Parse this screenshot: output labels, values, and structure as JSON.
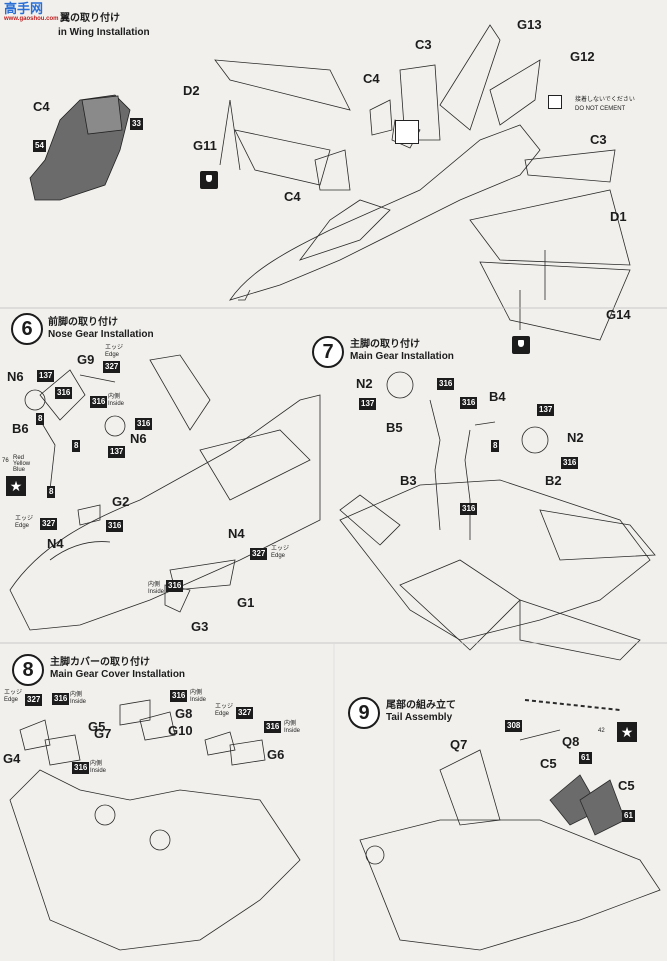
{
  "watermark": {
    "logo": "高手网",
    "url": "www.gaoshou.com"
  },
  "step5": {
    "title_jp": "翼の取り付け",
    "title_en": "in Wing Installation"
  },
  "step6": {
    "number": "6",
    "title_jp": "前脚の取り付け",
    "title_en": "Nose Gear Installation"
  },
  "step7": {
    "number": "7",
    "title_jp": "主脚の取り付け",
    "title_en": "Main Gear Installation"
  },
  "step8": {
    "number": "8",
    "title_jp": "主脚カバーの取り付け",
    "title_en": "Main Gear Cover Installation"
  },
  "step9": {
    "number": "9",
    "title_jp": "尾部の組み立て",
    "title_en": "Tail Assembly"
  },
  "do_not_cement": {
    "jp": "接着しないでください",
    "en": "DO NOT CEMENT"
  },
  "part_labels": {
    "C4_seat": "C4",
    "D2": "D2",
    "C3_top": "C3",
    "C4_mid": "C4",
    "G13": "G13",
    "G12": "G12",
    "G11": "G11",
    "C4_low": "C4",
    "C3_right": "C3",
    "D1": "D1",
    "G14": "G14",
    "N6_left": "N6",
    "G9": "G9",
    "B6": "B6",
    "N6_right": "N6",
    "G2": "G2",
    "N4_left": "N4",
    "N4_right": "N4",
    "G1": "G1",
    "G3": "G3",
    "N2_left": "N2",
    "B5": "B5",
    "B4": "B4",
    "N2_right": "N2",
    "B3": "B3",
    "B2": "B2",
    "G4": "G4",
    "G5": "G5",
    "G7": "G7",
    "G8": "G8",
    "G10": "G10",
    "G6": "G6",
    "Q7": "Q7",
    "Q8": "Q8",
    "C5_left": "C5",
    "C5_right": "C5"
  },
  "color_codes": {
    "c33": "33",
    "c54": "54",
    "c137": "137",
    "c316": "316",
    "c8": "8",
    "c327": "327",
    "c61": "61",
    "c308": "308"
  },
  "text_notes": {
    "edge_jp": "エッジ",
    "edge_en": "Edge",
    "inside_jp": "内側",
    "inside_en": "Inside",
    "red": "Red",
    "yellow": "Yellow",
    "blue": "Blue",
    "n76": "76",
    "n42": "42"
  }
}
